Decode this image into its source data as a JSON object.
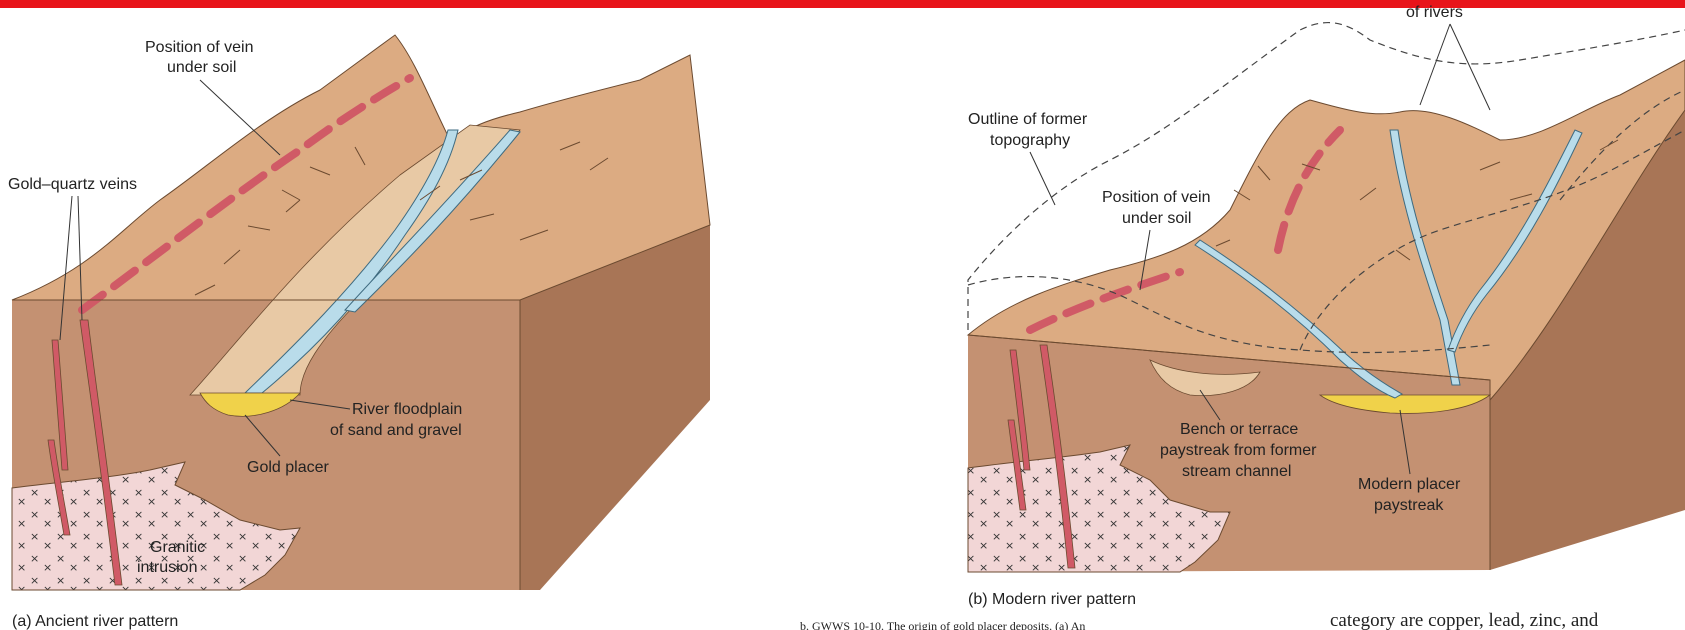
{
  "colors": {
    "banner": "#e8141a",
    "surface": "#dcab82",
    "side_front": "#c49172",
    "side_right": "#a87556",
    "river": "#b9dcea",
    "vein": "#d05a66",
    "granite": "#f2d6d6",
    "gravel": "#f0d24a"
  },
  "panel_a": {
    "caption": "(a) Ancient river pattern",
    "labels": {
      "vein_position_1": "Position of vein",
      "vein_position_2": "under soil",
      "gold_quartz": "Gold–quartz veins",
      "floodplain_1": "River floodplain",
      "floodplain_2": "of sand and gravel",
      "gold_placer": "Gold placer",
      "granitic_1": "Granitic",
      "granitic_2": "intrusion"
    }
  },
  "panel_b": {
    "caption": "(b) Modern river pattern",
    "labels": {
      "rivers_top": "of rivers",
      "outline_1": "Outline of former",
      "outline_2": "topography",
      "vein_position_1": "Position of vein",
      "vein_position_2": "under soil",
      "bench_1": "Bench or terrace",
      "bench_2": "paystreak from former",
      "bench_3": "stream channel",
      "modern_1": "Modern placer",
      "modern_2": "paystreak"
    }
  },
  "footer": {
    "small_text": "b. GWWS 10-10. The origin of gold placer deposits. (a) An",
    "body_text": "category are copper, lead, zinc, and"
  }
}
